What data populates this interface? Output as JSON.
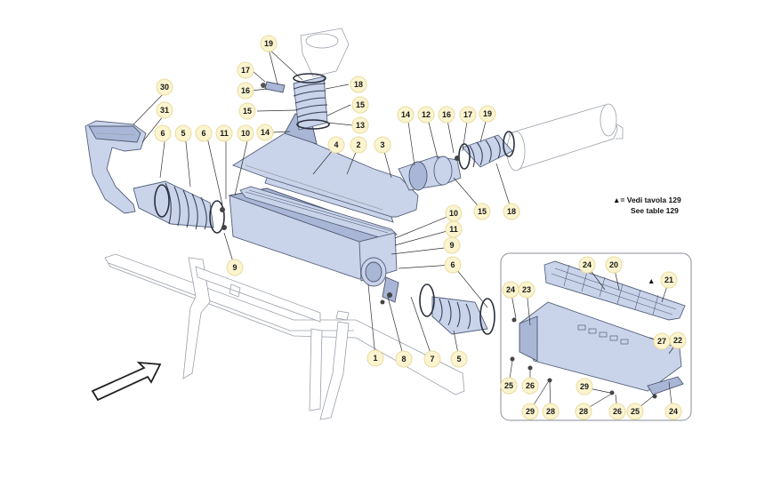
{
  "legend": {
    "line1": "▲= Vedi tavola 129",
    "line2": "See table 129"
  },
  "inset_marker": "▲",
  "callouts": [
    {
      "id": "c19a",
      "label": "19"
    },
    {
      "id": "c17a",
      "label": "17"
    },
    {
      "id": "c16a",
      "label": "16"
    },
    {
      "id": "c18a",
      "label": "18"
    },
    {
      "id": "c15a",
      "label": "15"
    },
    {
      "id": "c15b",
      "label": "15"
    },
    {
      "id": "c13",
      "label": "13"
    },
    {
      "id": "c14a",
      "label": "14"
    },
    {
      "id": "c30",
      "label": "30"
    },
    {
      "id": "c31",
      "label": "31"
    },
    {
      "id": "c6a",
      "label": "6"
    },
    {
      "id": "c5a",
      "label": "5"
    },
    {
      "id": "c6b",
      "label": "6"
    },
    {
      "id": "c11a",
      "label": "11"
    },
    {
      "id": "c10a",
      "label": "10"
    },
    {
      "id": "c14b",
      "label": "14"
    },
    {
      "id": "c4",
      "label": "4"
    },
    {
      "id": "c2",
      "label": "2"
    },
    {
      "id": "c3",
      "label": "3"
    },
    {
      "id": "c14c",
      "label": "14"
    },
    {
      "id": "c12",
      "label": "12"
    },
    {
      "id": "c16b",
      "label": "16"
    },
    {
      "id": "c17b",
      "label": "17"
    },
    {
      "id": "c19b",
      "label": "19"
    },
    {
      "id": "c15c",
      "label": "15"
    },
    {
      "id": "c18b",
      "label": "18"
    },
    {
      "id": "c10b",
      "label": "10"
    },
    {
      "id": "c11b",
      "label": "11"
    },
    {
      "id": "c9a",
      "label": "9"
    },
    {
      "id": "c9b",
      "label": "9"
    },
    {
      "id": "c6c",
      "label": "6"
    },
    {
      "id": "c1",
      "label": "1"
    },
    {
      "id": "c8",
      "label": "8"
    },
    {
      "id": "c7",
      "label": "7"
    },
    {
      "id": "c5b",
      "label": "5"
    },
    {
      "id": "c24a",
      "label": "24"
    },
    {
      "id": "c20",
      "label": "20"
    },
    {
      "id": "c21",
      "label": "21"
    },
    {
      "id": "c24b",
      "label": "24"
    },
    {
      "id": "c23",
      "label": "23"
    },
    {
      "id": "c27",
      "label": "27"
    },
    {
      "id": "c22",
      "label": "22"
    },
    {
      "id": "c25a",
      "label": "25"
    },
    {
      "id": "c26a",
      "label": "26"
    },
    {
      "id": "c29a",
      "label": "29"
    },
    {
      "id": "c29b",
      "label": "29"
    },
    {
      "id": "c28",
      "label": "28"
    },
    {
      "id": "c28b",
      "label": "28"
    },
    {
      "id": "c26b",
      "label": "26"
    },
    {
      "id": "c25b",
      "label": "25"
    },
    {
      "id": "c24c",
      "label": "24"
    }
  ]
}
